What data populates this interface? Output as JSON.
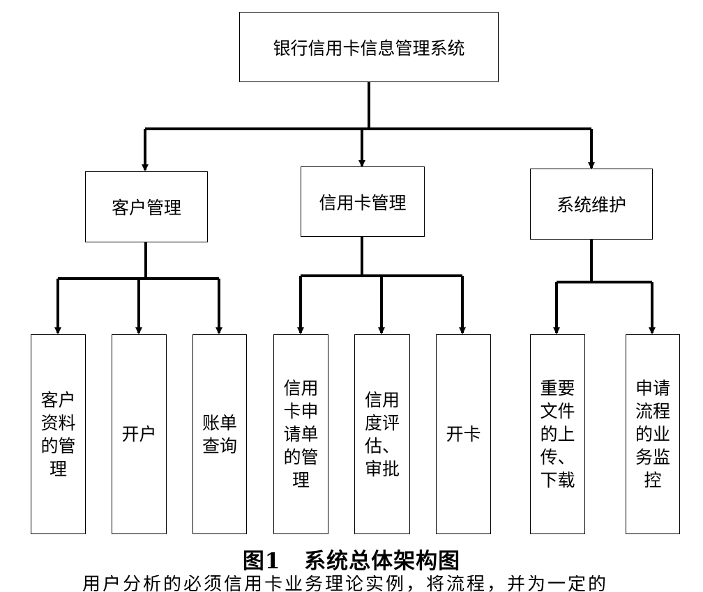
{
  "diagram": {
    "root": "银行信用卡信息管理系统",
    "modules": [
      {
        "label": "客户管理",
        "children": [
          "客户资料的管理",
          "开户",
          "账单查询"
        ]
      },
      {
        "label": "信用卡管理",
        "children": [
          "信用卡申请单的管理",
          "信用度评估、审批",
          "开卡"
        ]
      },
      {
        "label": "系统维护",
        "children": [
          "重要文件的上传、下载",
          "申请流程的业务监控"
        ]
      }
    ]
  },
  "caption": "图1 系统总体架构图",
  "body_text_fragment": "用户分析的必须信用卡业务理论实例，将流程，并为一定的"
}
